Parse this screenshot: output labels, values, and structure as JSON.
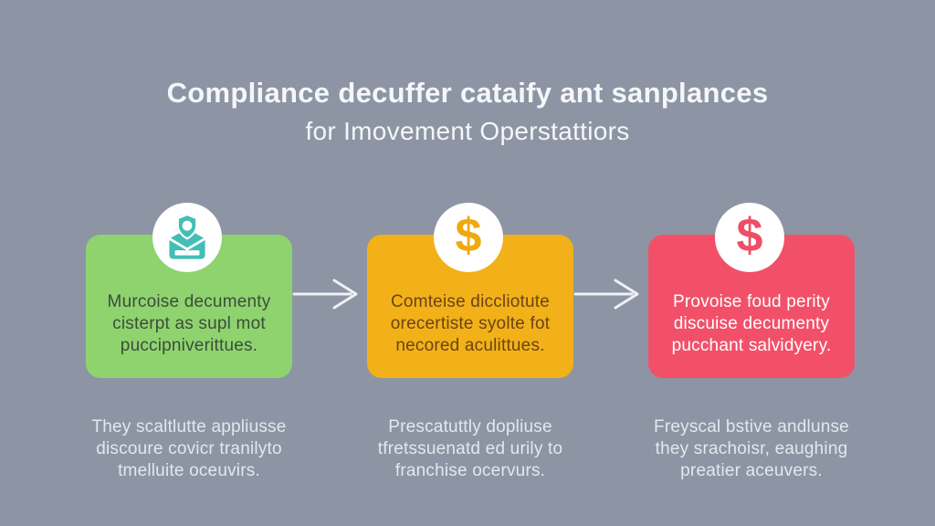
{
  "title": {
    "line1_lead": "Compliance",
    "line1_bold": "decuffer cataify ant sanplances",
    "line2": "for Imovement Operstattiors"
  },
  "palette": {
    "background": "#8d95a4",
    "title_text": "#f4f6f9",
    "caption_text": "#e3e7ee",
    "arrow": "#eef1f5"
  },
  "cards": [
    {
      "step": 1,
      "accent": "#8fd36f",
      "text_color": "#3a4d3b",
      "icon": "id-badge-mail-icon",
      "icon_color": "#44bdb6",
      "icon_glyph": "",
      "lines": [
        "Murcoise decumenty",
        "cisterpt as supl mot",
        "puccipniverittues."
      ],
      "caption_lines": [
        "They scaltlutte appliusse",
        "discoure covicr tranilyto",
        "tmelluite oceuvirs."
      ]
    },
    {
      "step": 2,
      "accent": "#f2b118",
      "text_color": "#6a4414",
      "icon": "dollar-icon",
      "icon_color": "#efa90e",
      "icon_glyph": "$",
      "lines": [
        "Comteise diccliotute",
        "orecertiste syolte fot",
        "necored aculittues."
      ],
      "caption_lines": [
        "Prescatuttly dopliuse",
        "tfretssuenatd ed urily to",
        "franchise ocervurs."
      ]
    },
    {
      "step": 3,
      "accent": "#f25069",
      "text_color": "#ffffff",
      "icon": "dollar-icon",
      "icon_color": "#ef4e66",
      "icon_glyph": "$",
      "lines": [
        "Provoise foud perity",
        "discuise decumenty",
        "pucchant salvidyery."
      ],
      "caption_lines": [
        "Freyscal bstive andlunse",
        "they srachoisr, eaughing",
        "preatier aceuvers."
      ]
    }
  ]
}
